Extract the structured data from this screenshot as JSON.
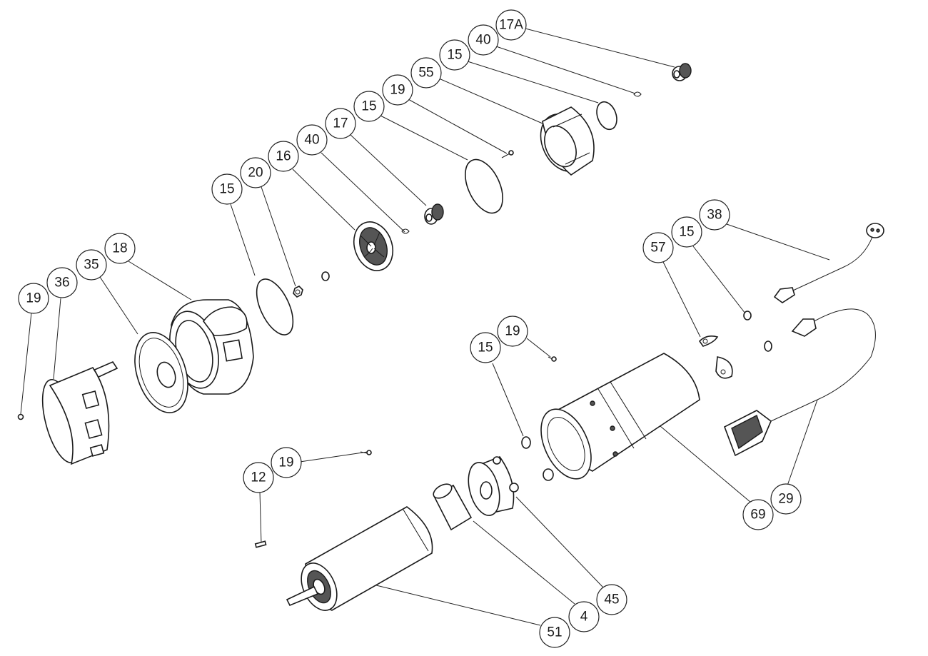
{
  "diagram": {
    "callouts": [
      {
        "id": "c-17a",
        "label": "17A"
      },
      {
        "id": "c-40-top",
        "label": "40"
      },
      {
        "id": "c-15-top",
        "label": "15"
      },
      {
        "id": "c-55",
        "label": "55"
      },
      {
        "id": "c-19-top",
        "label": "19"
      },
      {
        "id": "c-15-b",
        "label": "15"
      },
      {
        "id": "c-17",
        "label": "17"
      },
      {
        "id": "c-40",
        "label": "40"
      },
      {
        "id": "c-16",
        "label": "16"
      },
      {
        "id": "c-20",
        "label": "20"
      },
      {
        "id": "c-15-c",
        "label": "15"
      },
      {
        "id": "c-18",
        "label": "18"
      },
      {
        "id": "c-35",
        "label": "35"
      },
      {
        "id": "c-36",
        "label": "36"
      },
      {
        "id": "c-19-left",
        "label": "19"
      },
      {
        "id": "c-38",
        "label": "38"
      },
      {
        "id": "c-15-right",
        "label": "15"
      },
      {
        "id": "c-57",
        "label": "57"
      },
      {
        "id": "c-19-mid",
        "label": "19"
      },
      {
        "id": "c-15-mid",
        "label": "15"
      },
      {
        "id": "c-19-low",
        "label": "19"
      },
      {
        "id": "c-12",
        "label": "12"
      },
      {
        "id": "c-69",
        "label": "69"
      },
      {
        "id": "c-29",
        "label": "29"
      },
      {
        "id": "c-45",
        "label": "45"
      },
      {
        "id": "c-4",
        "label": "4"
      },
      {
        "id": "c-51",
        "label": "51"
      }
    ]
  }
}
